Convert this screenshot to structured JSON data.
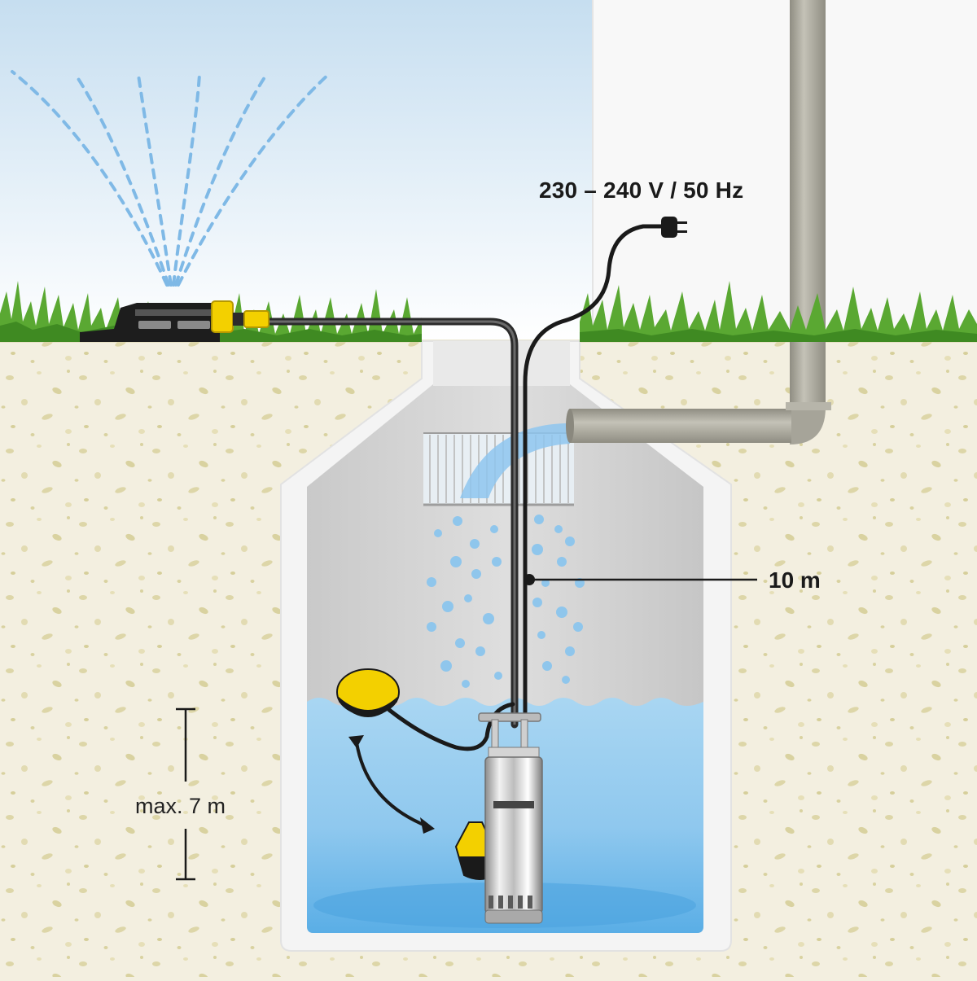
{
  "labels": {
    "voltage": "230 – 240 V / 50 Hz",
    "cable_length": "10 m",
    "max_depth": "max. 7 m"
  },
  "colors": {
    "sky_top": "#cfe4f3",
    "sky_bottom": "#ffffff",
    "soil": "#f3efe0",
    "soil_speckle": "#ddd6a8",
    "grass": "#5aa832",
    "grass_dark": "#3f8a22",
    "tank_wall": "#f6f6f6",
    "tank_interior": "#d3d3d3",
    "water": "#9fcfef",
    "water_deep": "#4aa3df",
    "pipe": "#a8a69a",
    "pump_yellow": "#f3d000",
    "cable": "#1a1a1a",
    "drop": "#8fc6ec",
    "building": "#f8f8f8"
  }
}
